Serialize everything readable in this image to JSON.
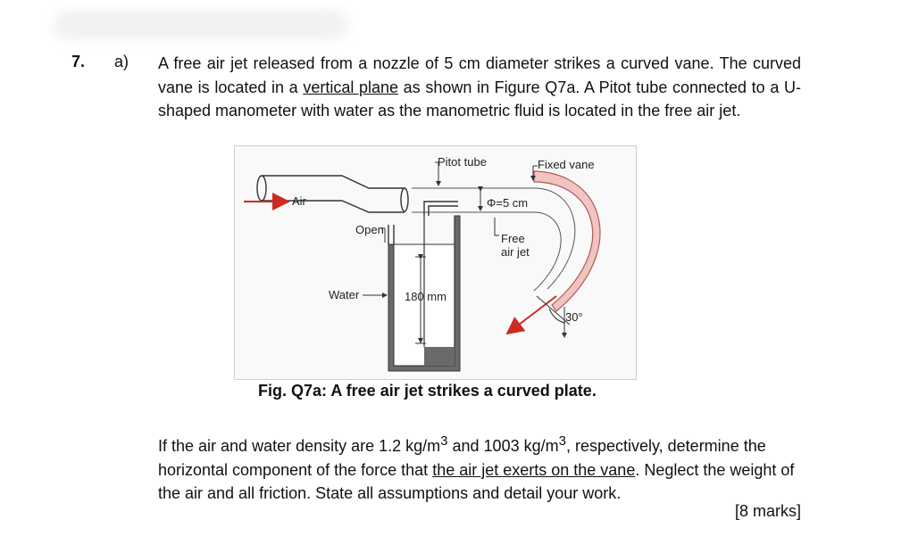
{
  "question": {
    "number": "7.",
    "part": "a)",
    "intro": {
      "t1": "A free air jet released from a nozzle of 5 cm diameter strikes a curved vane. The curved vane is located in a ",
      "underlined": "vertical plane",
      "t2": " as shown in Figure Q7a. A Pitot tube connected to a U-shaped manometer with water as the manometric fluid is located in the free air jet."
    },
    "task": {
      "t1": "If the air and water density are 1.2 kg/m",
      "sup1": "3",
      "t2": " and 1003 kg/m",
      "sup2": "3",
      "t3": ", respectively, determine the horizontal component of the force that ",
      "underlined": "the air jet exerts on the vane",
      "t4": ". Neglect the weight of the air and all friction. State all assumptions and detail your work."
    },
    "marks": "[8 marks]"
  },
  "figure": {
    "caption": "Fig. Q7a: A free air jet strikes a curved plate.",
    "labels": {
      "air": "Air",
      "pitot_tube": "Pitot tube",
      "fixed_vane": "Fixed vane",
      "diameter": "Φ=5 cm",
      "open": "Open",
      "free": "Free",
      "air_jet": "air jet",
      "water": "Water",
      "height": "180 mm",
      "angle": "30°"
    },
    "colors": {
      "vane_fill": "#f0c4c0",
      "vane_stroke": "#b25a55",
      "jet_arrow": "#cc2a22",
      "manometer_fluid": "#5a5a5a",
      "pipe_stroke": "#333333"
    }
  }
}
